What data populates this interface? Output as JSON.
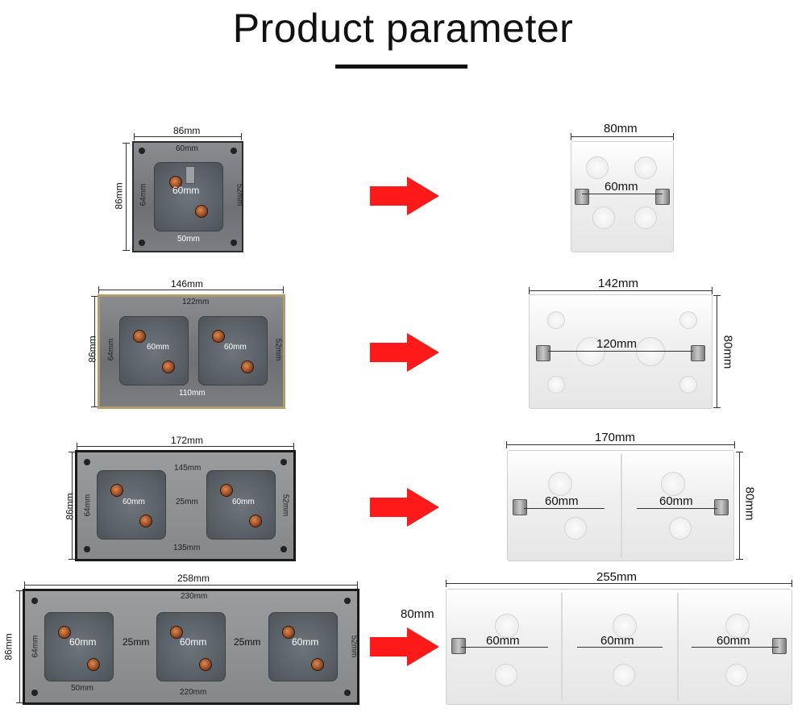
{
  "header": {
    "title": "Product parameter"
  },
  "rows": [
    {
      "panel": {
        "width": "86mm",
        "height": "86mm",
        "inner_top": "60mm",
        "inner_left": "64mm",
        "inner_right": "52mm",
        "bottom": "50mm",
        "center": "60mm"
      },
      "box": {
        "width": "80mm",
        "center": "60mm"
      }
    },
    {
      "panel": {
        "width": "146mm",
        "height": "86mm",
        "inner_top": "122mm",
        "inner_left": "64mm",
        "inner_right": "52mm",
        "bottom": "110mm",
        "center_a": "60mm",
        "center_b": "60mm"
      },
      "box": {
        "width": "142mm",
        "height": "80mm",
        "center": "120mm"
      }
    },
    {
      "panel": {
        "width": "172mm",
        "height": "86mm",
        "inner_top": "145mm",
        "inner_left": "64mm",
        "inner_right": "52mm",
        "bottom": "135mm",
        "center_a": "60mm",
        "gap": "25mm",
        "center_b": "60mm"
      },
      "box": {
        "width": "170mm",
        "height": "80mm",
        "center_a": "60mm",
        "center_b": "60mm"
      }
    },
    {
      "panel": {
        "width": "258mm",
        "height": "86mm",
        "inner_top": "230mm",
        "inner_left": "64mm",
        "inner_right": "52mm",
        "bottom_left": "50mm",
        "bottom": "220mm",
        "center_a": "60mm",
        "gap_a": "25mm",
        "center_b": "60mm",
        "gap_b": "25mm",
        "center_c": "60mm"
      },
      "box": {
        "width": "255mm",
        "height": "80mm",
        "center_a": "60mm",
        "center_b": "60mm",
        "center_c": "60mm"
      }
    }
  ],
  "arrow_color": "#ff1a1a"
}
